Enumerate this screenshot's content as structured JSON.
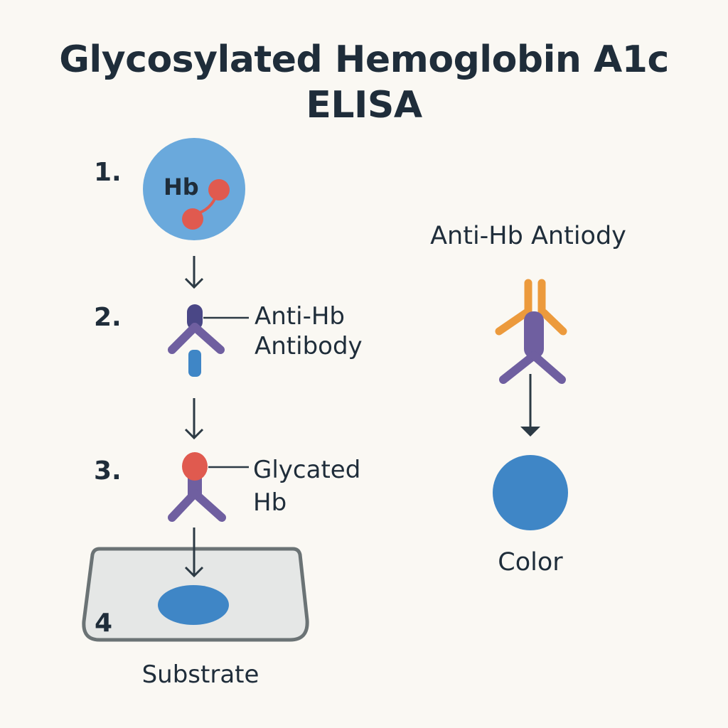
{
  "title": {
    "line1": "Glycosylated Hemoglobin A1c",
    "line2": "ELISA"
  },
  "steps": {
    "step1": {
      "number": "1.",
      "circle_label": "Hb"
    },
    "step2": {
      "number": "2.",
      "label_line1": "Anti-Hb",
      "label_line2": "Antibody"
    },
    "step3": {
      "number": "3.",
      "label_line1": "Glycated",
      "label_line2": "Hb"
    },
    "step4": {
      "number": "4",
      "plate_label": "Substrate"
    }
  },
  "right_panel": {
    "heading": "Anti-Hb Antiody",
    "result_label": "Color"
  },
  "colors": {
    "text": "#1f2d3a",
    "hb_circle": "#6aa9dc",
    "red": "#e05a4f",
    "antibody_purple": "#6f5fa0",
    "antibody_dark": "#4a4786",
    "orange": "#ec9a3c",
    "blue": "#3f86c6",
    "plate_fill": "#e5e7e6",
    "plate_border": "#6b7375",
    "arrow": "#2c3a44"
  }
}
